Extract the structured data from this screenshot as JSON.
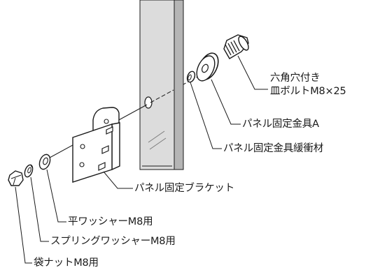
{
  "diagram": {
    "labels": {
      "hex_socket_bolt_line1": "六角穴付き",
      "hex_socket_bolt_line2": "皿ボルトM8×25",
      "panel_fitting_a": "パネル固定金具A",
      "panel_fitting_cushion": "パネル固定金具緩衝材",
      "panel_bracket": "パネル固定ブラケット",
      "flat_washer": "平ワッシャーM8用",
      "spring_washer": "スプリングワッシャーM8用",
      "cap_nut": "袋ナットM8用"
    },
    "colors": {
      "panel_face": "#dcdcdc",
      "panel_edge": "#b5b5b5",
      "line": "#1a1a1a",
      "fill": "#ffffff"
    }
  }
}
